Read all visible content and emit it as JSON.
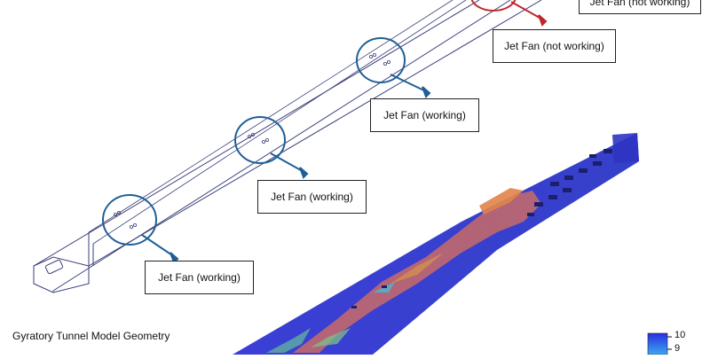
{
  "labels": {
    "fan_top_cut": "Jet Fan (not working)",
    "fan_not_working": "Jet Fan (not working)",
    "fan_working_1": "Jet Fan (working)",
    "fan_working_2": "Jet Fan (working)",
    "fan_working_3": "Jet Fan (working)"
  },
  "caption": "Gyratory Tunnel Model Geometry",
  "color_scale": {
    "ticks": [
      "10",
      "9"
    ]
  },
  "colors": {
    "working_marker": "#1f5f96",
    "not_working_marker": "#c0272d",
    "tunnel_outline": "#3a3f7a"
  }
}
